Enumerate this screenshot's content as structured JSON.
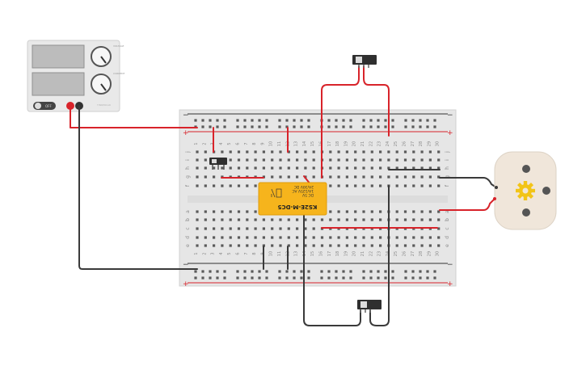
{
  "power_supply": {
    "small_label_1": "VOLTAGE",
    "small_label_2": "CURRENT",
    "off_label": "OFF",
    "brand": "TINKERCAD"
  },
  "relay": {
    "part": "KS2E-M-DC5",
    "line1": "DC 5V",
    "line2": "1A/125V AC",
    "line3": "2A/30V DC"
  },
  "breadboard": {
    "plus": "+",
    "minus": "−",
    "column_numbers": [
      "1",
      "2",
      "3",
      "4",
      "5",
      "6",
      "7",
      "8",
      "9",
      "10",
      "11",
      "12",
      "13",
      "14",
      "15",
      "16",
      "17",
      "18",
      "19",
      "20",
      "21",
      "22",
      "23",
      "24",
      "25",
      "26",
      "27",
      "28",
      "29",
      "30"
    ],
    "rows_top": [
      "j",
      "i",
      "h",
      "g",
      "f"
    ],
    "rows_bottom": [
      "e",
      "d",
      "c",
      "b",
      "a"
    ]
  },
  "colors": {
    "red_wire": "#d8232a",
    "black_wire": "#3a3a3a",
    "relay_body": "#f6b41c",
    "breadboard": "#e6e6e6",
    "motor_body": "#f0e6da",
    "gear": "#f2c417"
  },
  "icons": [
    "power-supply-dial-icon",
    "slide-switch-icon",
    "dc-motor-icon",
    "gear-icon"
  ]
}
